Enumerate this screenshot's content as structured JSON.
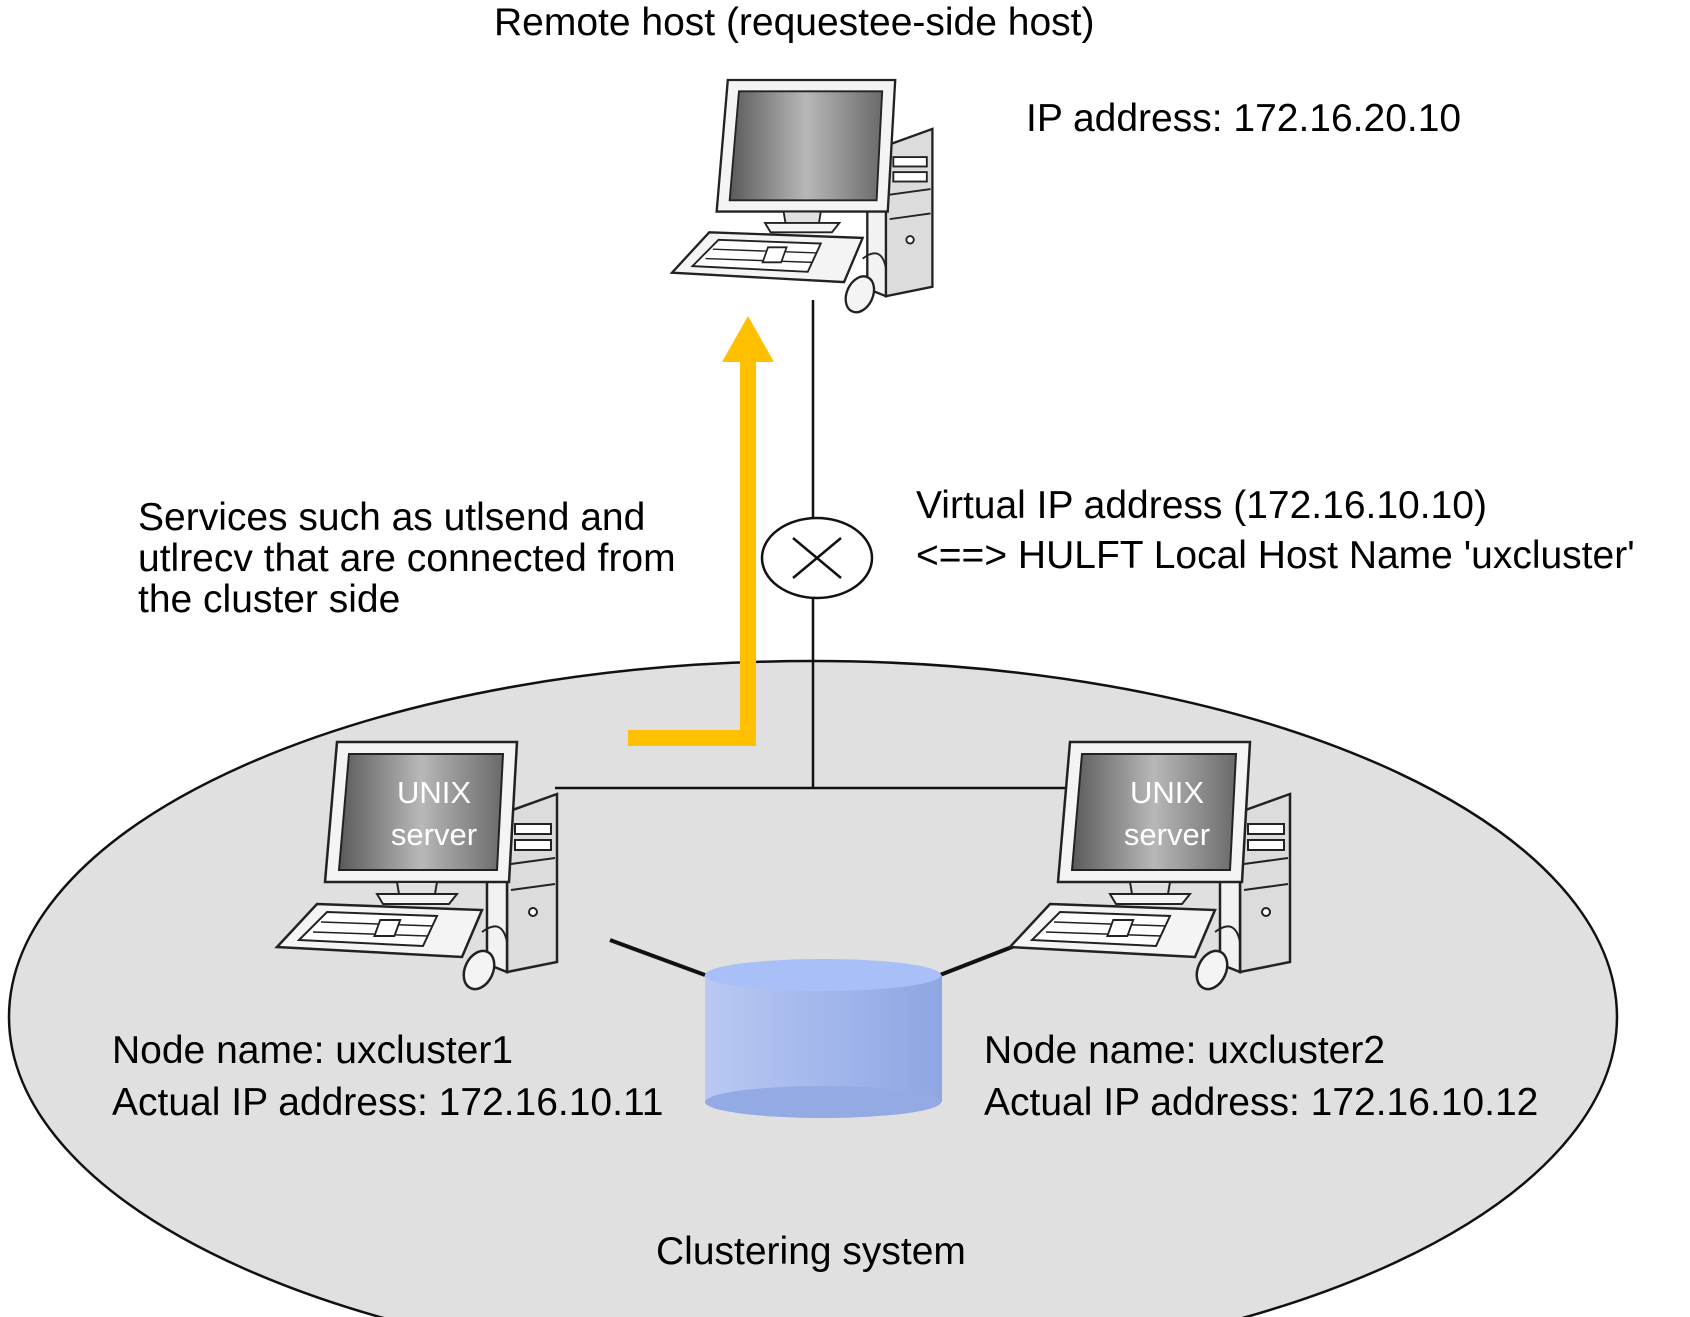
{
  "remote_host": {
    "title": "Remote host (requestee-side host)",
    "ip_line": "IP address: 172.16.20.10"
  },
  "virtual_ip": {
    "line1": "Virtual IP address (172.16.10.10)",
    "line2": "<==> HULFT Local Host Name 'uxcluster'"
  },
  "services_note": {
    "line1": "Services such as utlsend and",
    "line2": "utlrecv that are connected from",
    "line3": "the cluster side"
  },
  "node1": {
    "screen_line1": "UNIX",
    "screen_line2": "server",
    "name_line": "Node name: uxcluster1",
    "ip_line": "Actual IP address: 172.16.10.11"
  },
  "node2": {
    "screen_line1": "UNIX",
    "screen_line2": "server",
    "name_line": "Node name: uxcluster2",
    "ip_line": "Actual IP address: 172.16.10.12"
  },
  "cluster": {
    "label": "Clustering system"
  },
  "colors": {
    "arrow": "#ffc000",
    "cluster_fill": "#e0e0e0",
    "storage": "#9fb4ea"
  },
  "icons": {
    "remote": "desktop-computer-icon",
    "router": "router-icon",
    "storage": "shared-disk-icon",
    "arrow": "upward-arrow-icon"
  }
}
